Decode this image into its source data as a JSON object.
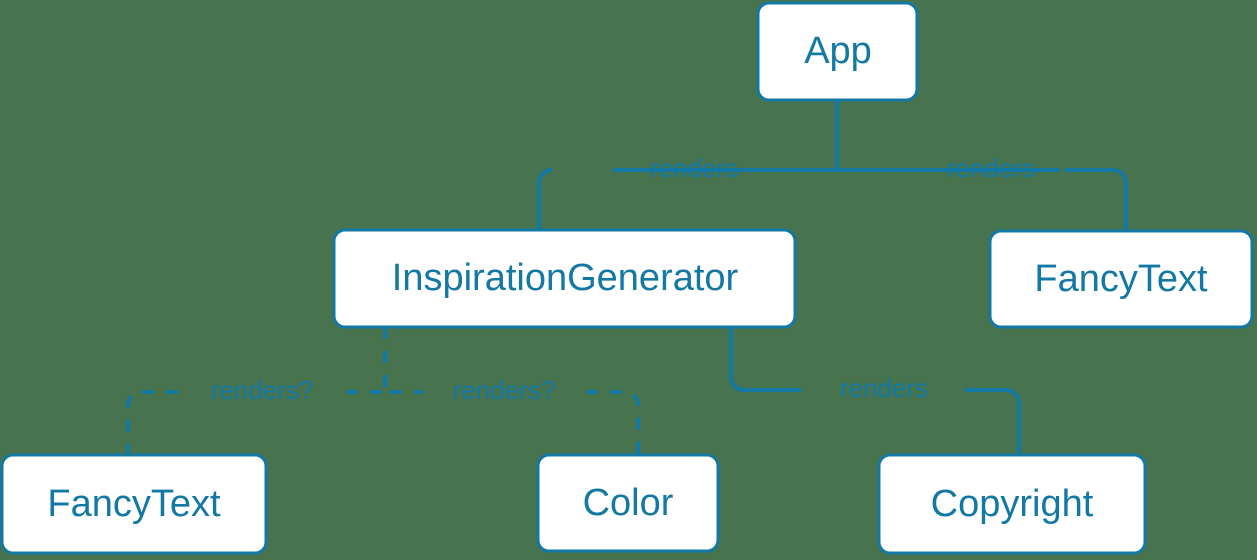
{
  "diagram": {
    "type": "component-tree",
    "background_color": "#47734f",
    "accent_color": "#1478a5",
    "node_fill_color": "#ffffff",
    "nodes": [
      {
        "id": "app",
        "label": "App"
      },
      {
        "id": "inspiration-generator",
        "label": "InspirationGenerator"
      },
      {
        "id": "fancytext-top",
        "label": "FancyText"
      },
      {
        "id": "fancytext-bottom",
        "label": "FancyText"
      },
      {
        "id": "color",
        "label": "Color"
      },
      {
        "id": "copyright",
        "label": "Copyright"
      }
    ],
    "edges": [
      {
        "id": "app-to-inspiration",
        "from": "app",
        "to": "inspiration-generator",
        "label": "renders",
        "style": "solid"
      },
      {
        "id": "app-to-fancytext",
        "from": "app",
        "to": "fancytext-top",
        "label": "renders",
        "style": "solid"
      },
      {
        "id": "ig-to-fancytext",
        "from": "inspiration-generator",
        "to": "fancytext-bottom",
        "label": "renders?",
        "style": "dashed"
      },
      {
        "id": "ig-to-color",
        "from": "inspiration-generator",
        "to": "color",
        "label": "renders?",
        "style": "dashed"
      },
      {
        "id": "ig-to-copyright",
        "from": "inspiration-generator",
        "to": "copyright",
        "label": "renders",
        "style": "solid"
      }
    ]
  }
}
